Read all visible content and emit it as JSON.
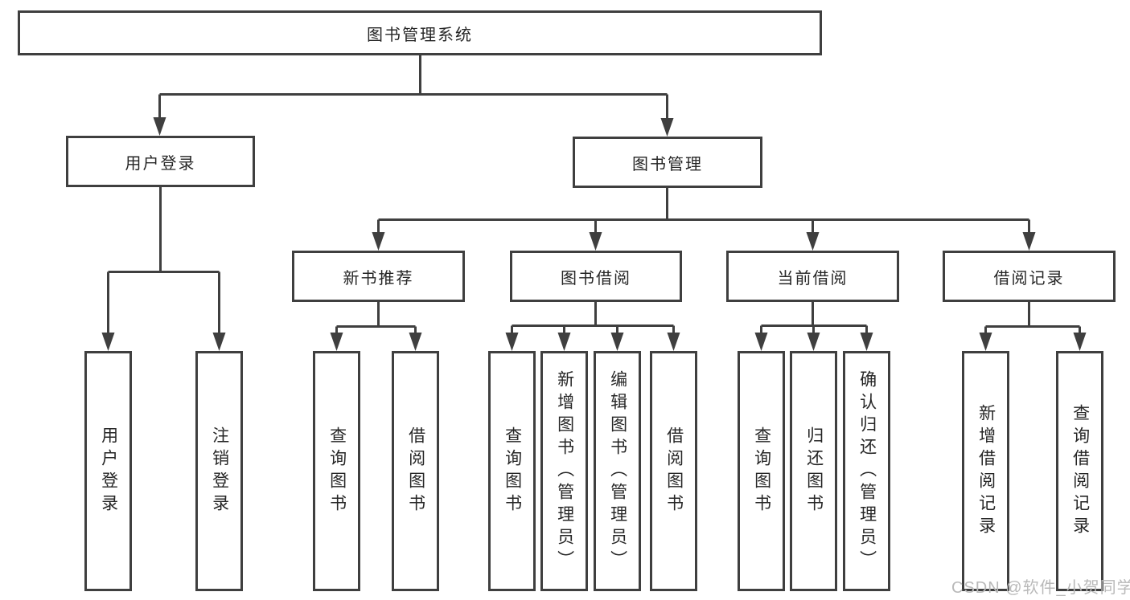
{
  "tree": {
    "root": {
      "label": "图书管理系统"
    },
    "user_login": {
      "label": "用户登录",
      "children": [
        {
          "label": "用户登录"
        },
        {
          "label": "注销登录"
        }
      ]
    },
    "book_mgmt": {
      "label": "图书管理",
      "children": [
        {
          "label": "新书推荐",
          "children": [
            {
              "label": "查询图书"
            },
            {
              "label": "借阅图书"
            }
          ]
        },
        {
          "label": "图书借阅",
          "children": [
            {
              "label": "查询图书"
            },
            {
              "label": "新增图书（管理员）"
            },
            {
              "label": "编辑图书（管理员）"
            },
            {
              "label": "借阅图书"
            }
          ]
        },
        {
          "label": "当前借阅",
          "children": [
            {
              "label": "查询图书"
            },
            {
              "label": "归还图书"
            },
            {
              "label": "确认归还（管理员）"
            }
          ]
        },
        {
          "label": "借阅记录",
          "children": [
            {
              "label": "新增借阅记录"
            },
            {
              "label": "查询借阅记录"
            }
          ]
        }
      ]
    }
  },
  "watermark": {
    "text": "CSDN @软件_小贺同学"
  },
  "colors": {
    "line": "#3f3f3f",
    "box_border": "#3f3f3f",
    "text": "#262626",
    "background": "#ffffff",
    "watermark": "#b9b9b9"
  }
}
